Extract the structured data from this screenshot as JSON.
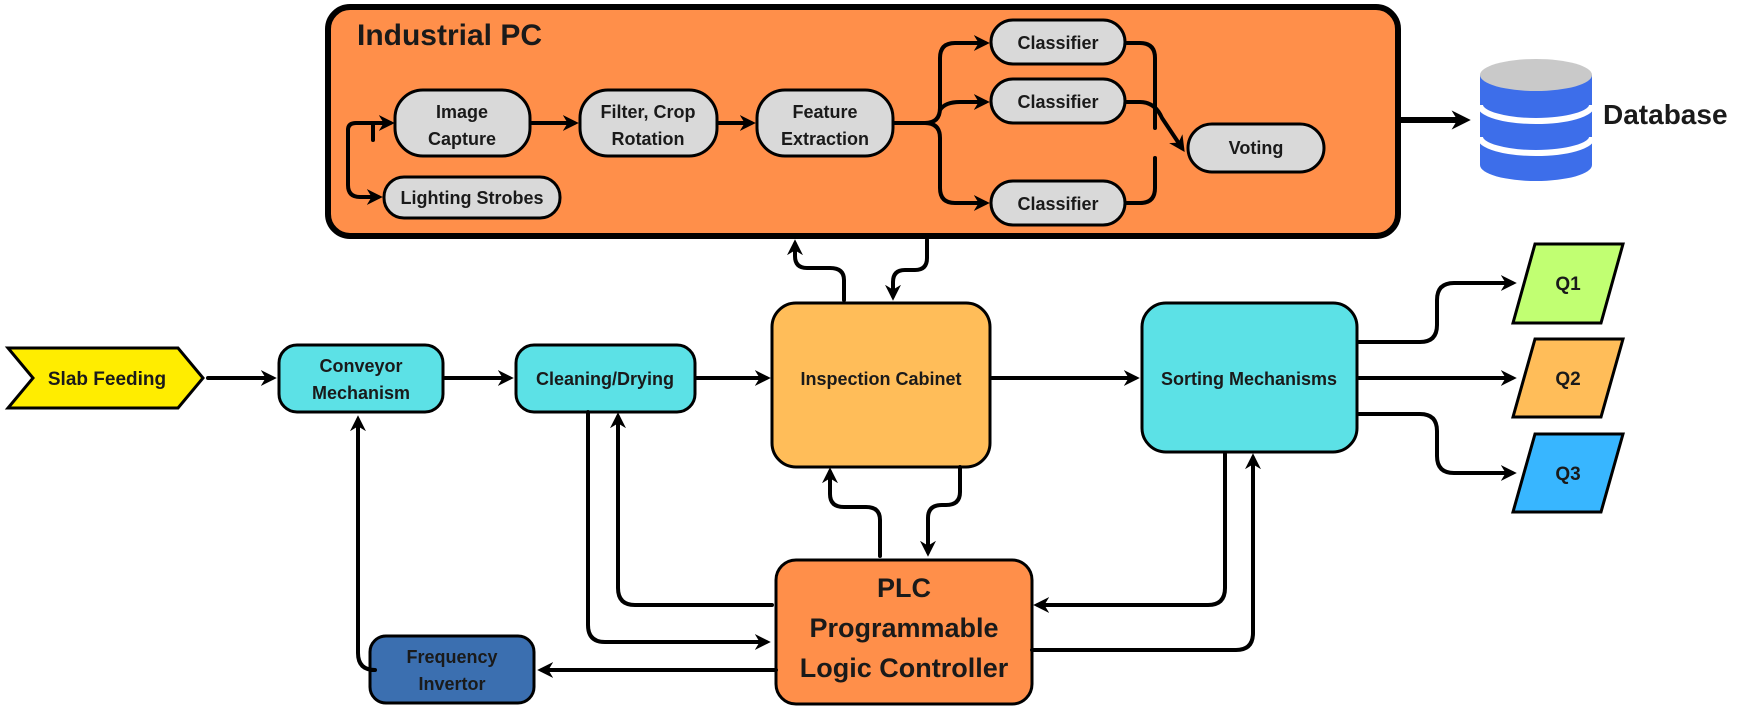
{
  "industrial_pc": {
    "title": "Industrial PC",
    "image_capture": [
      "Image",
      "Capture"
    ],
    "lighting_strobes": "Lighting Strobes",
    "filter_crop": [
      "Filter, Crop",
      "Rotation"
    ],
    "feature_extraction": [
      "Feature",
      "Extraction"
    ],
    "classifiers": [
      "Classifier",
      "Classifier",
      "Classifier"
    ],
    "voting": "Voting"
  },
  "database": {
    "label": "Database"
  },
  "slab_feeding": "Slab Feeding",
  "conveyor": [
    "Conveyor",
    "Mechanism"
  ],
  "cleaning": "Cleaning/Drying",
  "inspection": "Inspection Cabinet",
  "sorting": "Sorting Mechanisms",
  "outputs": [
    "Q1",
    "Q2",
    "Q3"
  ],
  "plc": [
    "PLC",
    "Programmable",
    "Logic Controller"
  ],
  "frequency_invertor": [
    "Frequency",
    "Invertor"
  ],
  "colors": {
    "pc_orange": "#FF8F4A",
    "node_gray": "#D9D9D9",
    "cyan": "#5CE1E6",
    "inspection": "#FFBD59",
    "slab_yellow": "#FFED00",
    "q1_green": "#C1FF72",
    "q2_orange": "#FFBD59",
    "q3_blue": "#38B6FF",
    "invertor_blue": "#3B6FB0",
    "db_blue": "#3D6EEA"
  }
}
